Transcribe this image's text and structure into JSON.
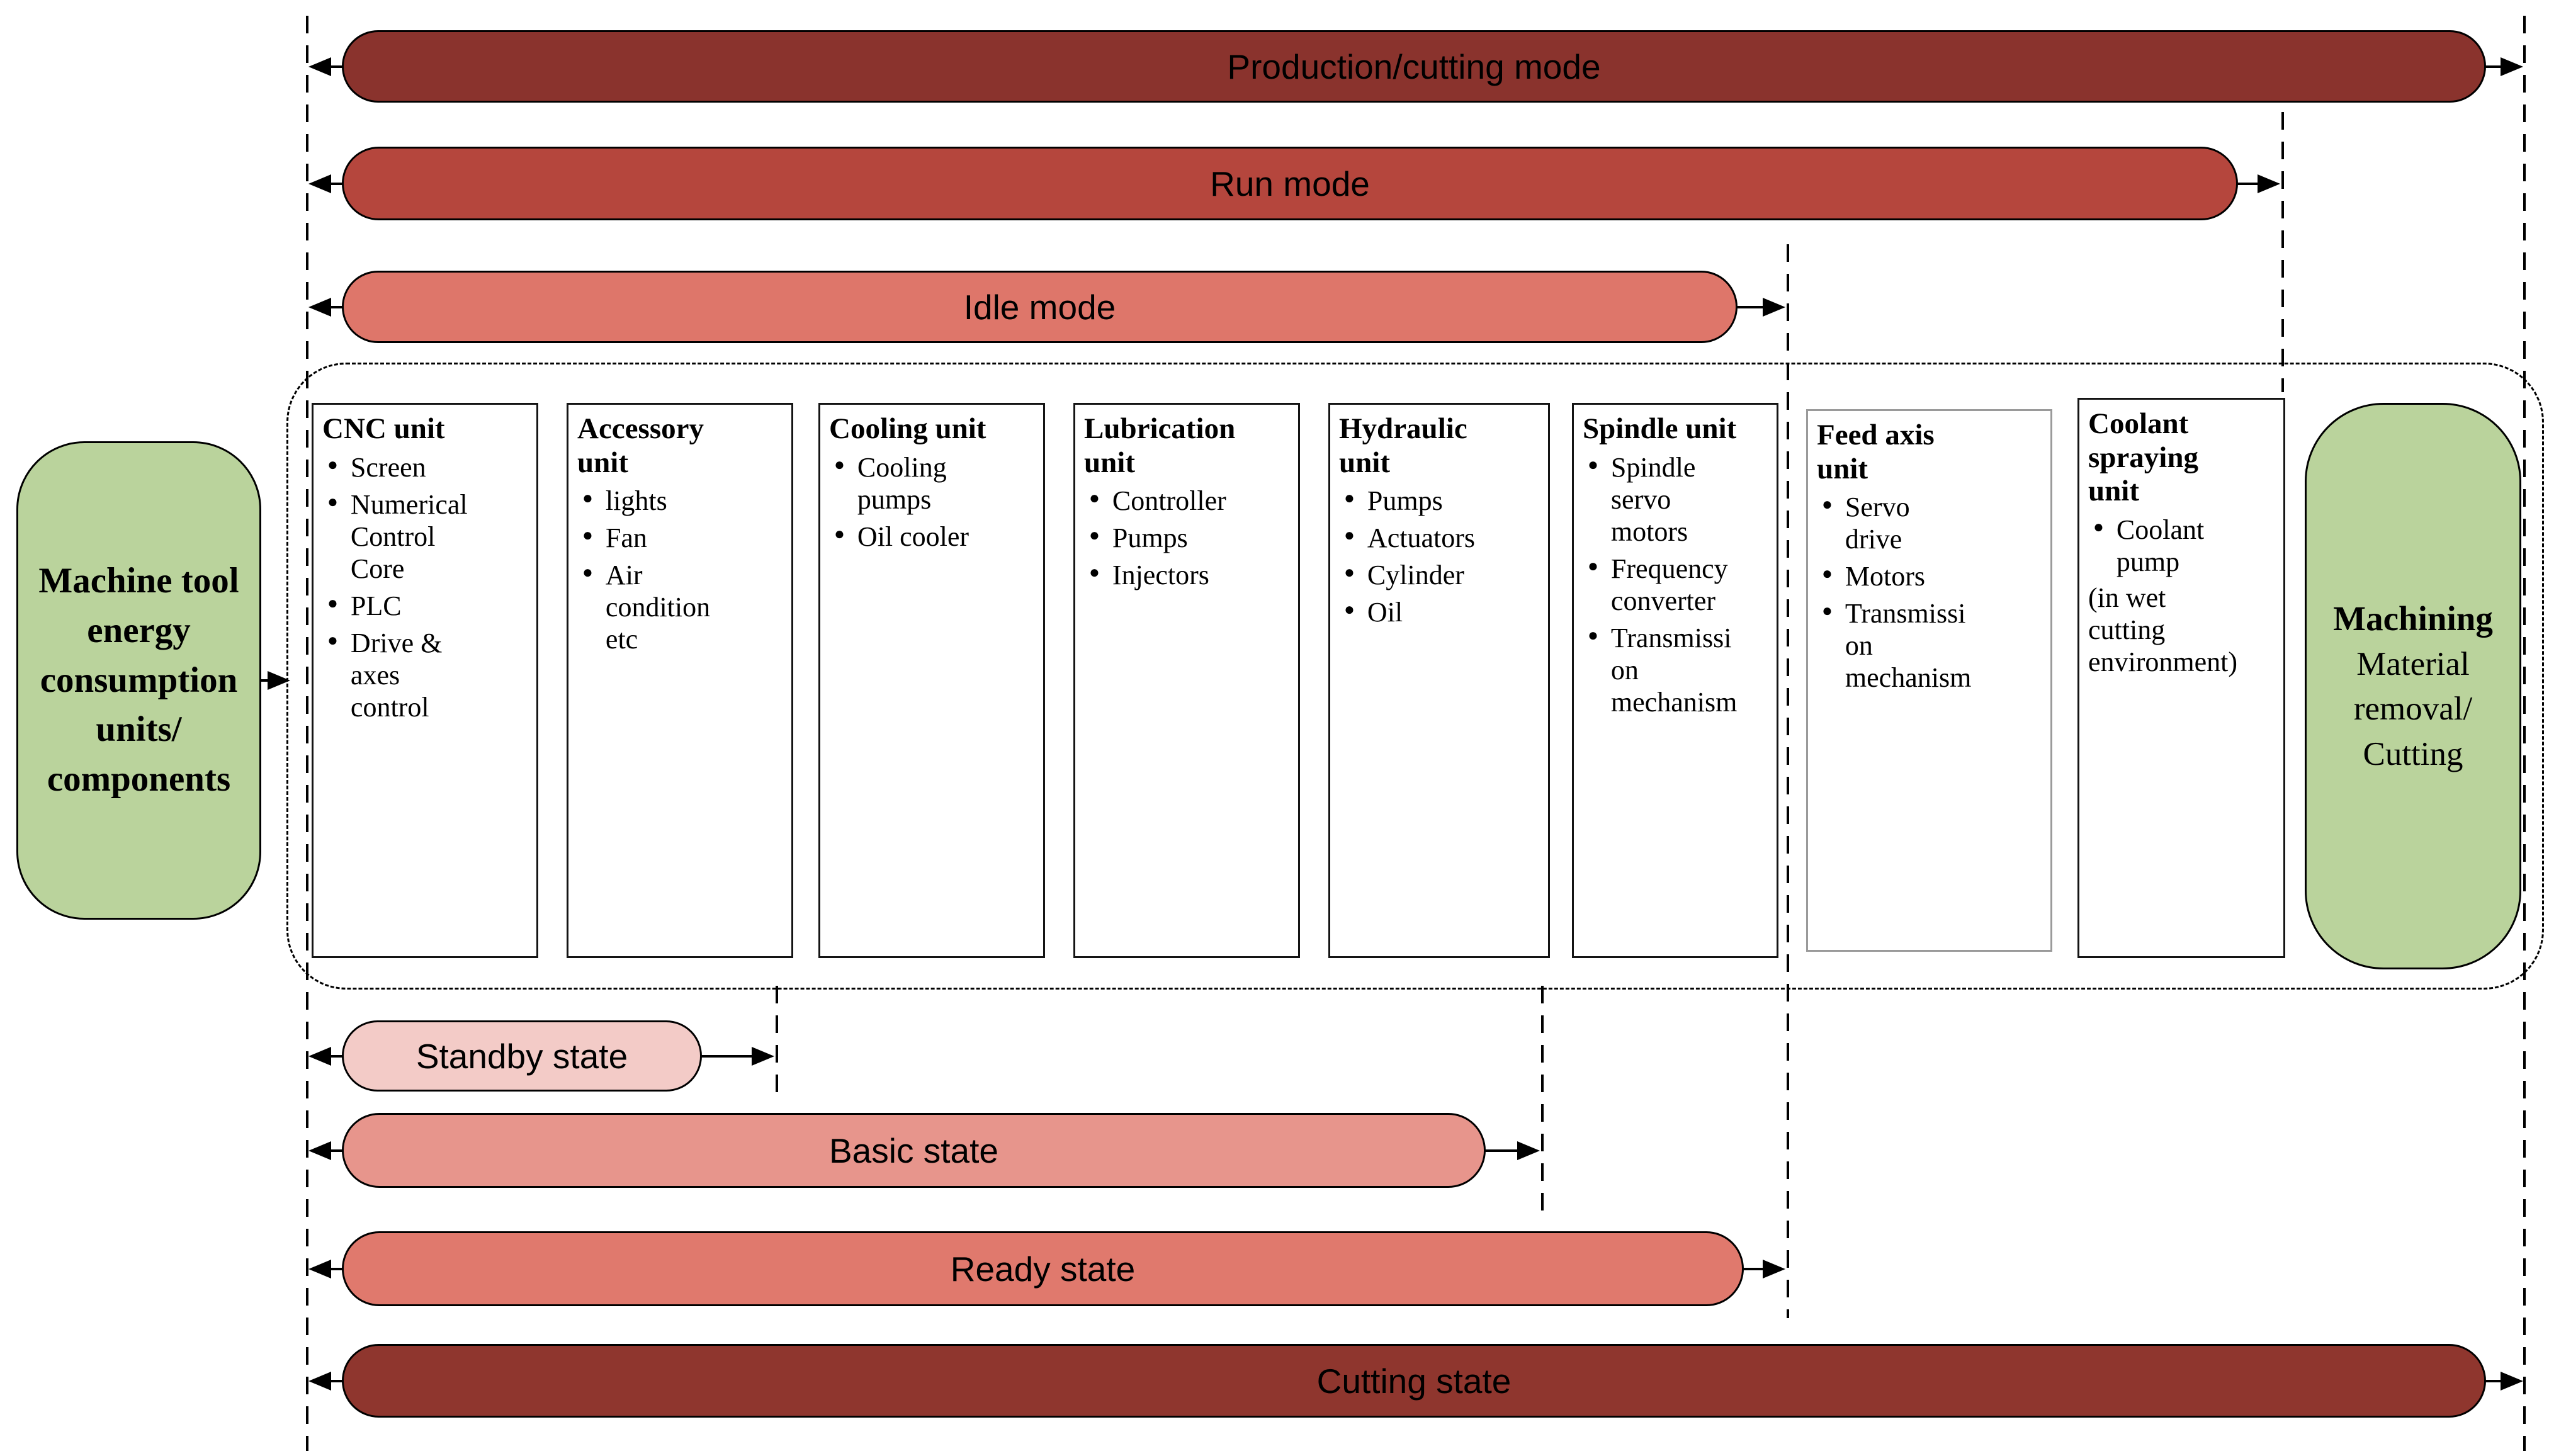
{
  "colors": {
    "production_mode": "#8a332d",
    "run_mode": "#b5463d",
    "idle_mode": "#de766a",
    "standby_state": "#f3cbc7",
    "basic_state": "#e7958c",
    "ready_state": "#e0796d",
    "cutting_state": "#8f362e",
    "green_box": "#bad39c",
    "box_background": "#ffffff"
  },
  "modes": [
    {
      "label": "Production/cutting mode"
    },
    {
      "label": "Run mode"
    },
    {
      "label": "Idle mode"
    }
  ],
  "states": [
    {
      "label": "Standby state"
    },
    {
      "label": "Basic state"
    },
    {
      "label": "Ready state"
    },
    {
      "label": "Cutting state"
    }
  ],
  "source_box": {
    "label": "Machine tool\nenergy\nconsumption\nunits/\ncomponents"
  },
  "machining_box": {
    "title": "Machining",
    "subtitle": "Material\nremoval/\nCutting"
  },
  "units": [
    {
      "title": "CNC unit",
      "items": [
        "Screen",
        "Numerical\nControl\nCore",
        "PLC",
        "Drive &\naxes\ncontrol"
      ]
    },
    {
      "title": "Accessory\nunit",
      "items": [
        "lights",
        "Fan",
        "Air\ncondition\netc"
      ]
    },
    {
      "title": "Cooling unit",
      "items": [
        "Cooling\npumps",
        "Oil cooler"
      ]
    },
    {
      "title": "Lubrication\nunit",
      "items": [
        "Controller",
        "Pumps",
        "Injectors"
      ]
    },
    {
      "title": "Hydraulic\nunit",
      "items": [
        "Pumps",
        "Actuators",
        "Cylinder",
        "Oil"
      ]
    },
    {
      "title": "Spindle unit",
      "items": [
        "Spindle\nservo\nmotors",
        "Frequency\nconverter",
        "Transmissi\non\nmechanism"
      ]
    },
    {
      "title": "Feed axis\nunit",
      "items": [
        "Servo\ndrive",
        "Motors",
        "Transmissi\non\nmechanism"
      ]
    },
    {
      "title": "Coolant\nspraying\nunit",
      "items": [
        "Coolant\npump"
      ],
      "note": "(in wet\ncutting\nenvironment)"
    }
  ]
}
